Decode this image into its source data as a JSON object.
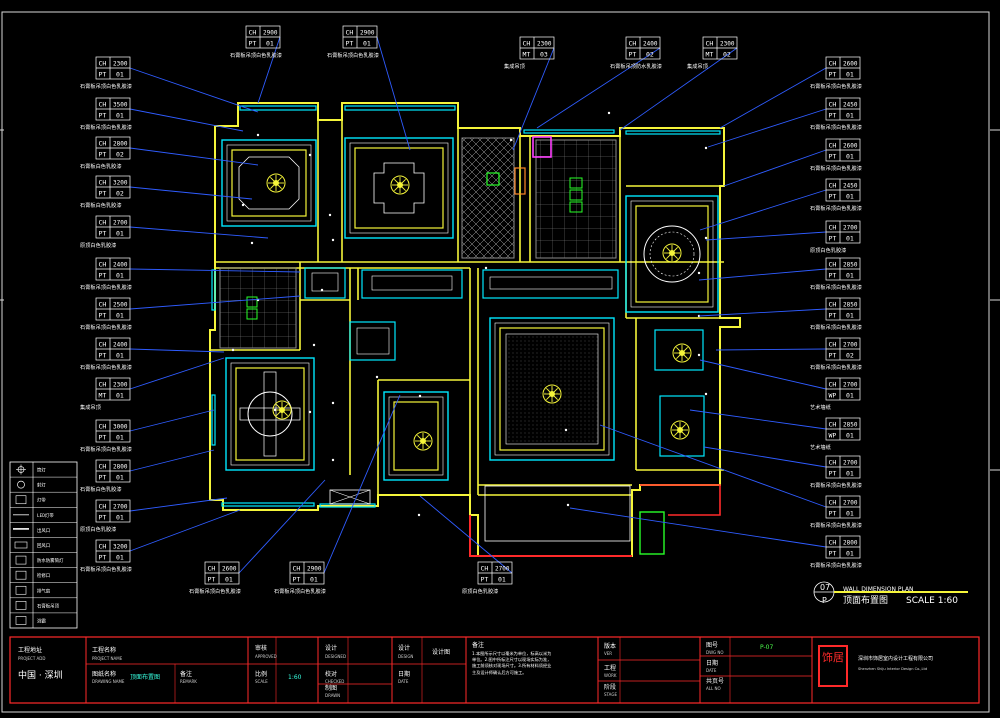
{
  "callouts_left": [
    {
      "code_top": "CH",
      "val_top": "2300",
      "code_bot": "PT",
      "val_bot": "01",
      "note": "石膏板吊顶白色乳胶漆"
    },
    {
      "code_top": "CH",
      "val_top": "3500",
      "code_bot": "PT",
      "val_bot": "01",
      "note": "石膏板吊顶白色乳胶漆"
    },
    {
      "code_top": "CH",
      "val_top": "2800",
      "code_bot": "PT",
      "val_bot": "02",
      "note": "石膏板白色乳胶漆"
    },
    {
      "code_top": "CH",
      "val_top": "3200",
      "code_bot": "PT",
      "val_bot": "02",
      "note": "石膏板白色乳胶漆"
    },
    {
      "code_top": "CH",
      "val_top": "2700",
      "code_bot": "PT",
      "val_bot": "01",
      "note": "原顶白色乳胶漆"
    },
    {
      "code_top": "CH",
      "val_top": "2400",
      "code_bot": "PT",
      "val_bot": "01",
      "note": "石膏板吊顶白色乳胶漆"
    },
    {
      "code_top": "CH",
      "val_top": "2500",
      "code_bot": "PT",
      "val_bot": "01",
      "note": "石膏板吊顶白色乳胶漆"
    },
    {
      "code_top": "CH",
      "val_top": "2400",
      "code_bot": "PT",
      "val_bot": "01",
      "note": "石膏板吊顶白色乳胶漆"
    },
    {
      "code_top": "CH",
      "val_top": "2300",
      "code_bot": "MT",
      "val_bot": "01",
      "note": "集成吊顶"
    },
    {
      "code_top": "CH",
      "val_top": "3000",
      "code_bot": "PT",
      "val_bot": "01",
      "note": "石膏板吊顶白色乳胶漆"
    },
    {
      "code_top": "CH",
      "val_top": "2800",
      "code_bot": "PT",
      "val_bot": "01",
      "note": "石膏板白色乳胶漆"
    },
    {
      "code_top": "CH",
      "val_top": "2700",
      "code_bot": "PT",
      "val_bot": "01",
      "note": "原顶白色乳胶漆"
    },
    {
      "code_top": "CH",
      "val_top": "3200",
      "code_bot": "PT",
      "val_bot": "01",
      "note": "石膏板吊顶白色乳胶漆"
    }
  ],
  "callouts_top": [
    {
      "code_top": "CH",
      "val_top": "2900",
      "code_bot": "PT",
      "val_bot": "01",
      "note": "石膏板吊顶白色乳胶漆"
    },
    {
      "code_top": "CH",
      "val_top": "2900",
      "code_bot": "PT",
      "val_bot": "01",
      "note": "石膏板吊顶白色乳胶漆"
    },
    {
      "code_top": "CH",
      "val_top": "2300",
      "code_bot": "MT",
      "val_bot": "03",
      "note": "集成吊顶"
    },
    {
      "code_top": "CH",
      "val_top": "2400",
      "code_bot": "PT",
      "val_bot": "02",
      "note": "石膏板吊顶防水乳胶漆"
    },
    {
      "code_top": "CH",
      "val_top": "2300",
      "code_bot": "MT",
      "val_bot": "02",
      "note": "集成吊顶"
    }
  ],
  "callouts_right": [
    {
      "code_top": "CH",
      "val_top": "2600",
      "code_bot": "PT",
      "val_bot": "01",
      "note": "石膏板吊顶白色乳胶漆"
    },
    {
      "code_top": "CH",
      "val_top": "2450",
      "code_bot": "PT",
      "val_bot": "01",
      "note": "石膏板吊顶白色乳胶漆"
    },
    {
      "code_top": "CH",
      "val_top": "2600",
      "code_bot": "PT",
      "val_bot": "01",
      "note": "石膏板吊顶白色乳胶漆"
    },
    {
      "code_top": "CH",
      "val_top": "2450",
      "code_bot": "PT",
      "val_bot": "01",
      "note": "石膏板吊顶白色乳胶漆"
    },
    {
      "code_top": "CH",
      "val_top": "2700",
      "code_bot": "PT",
      "val_bot": "01",
      "note": "原顶白色乳胶漆"
    },
    {
      "code_top": "CH",
      "val_top": "2850",
      "code_bot": "PT",
      "val_bot": "01",
      "note": "石膏板吊顶白色乳胶漆"
    },
    {
      "code_top": "CH",
      "val_top": "2850",
      "code_bot": "PT",
      "val_bot": "01",
      "note": "石膏板吊顶白色乳胶漆"
    },
    {
      "code_top": "CH",
      "val_top": "2700",
      "code_bot": "PT",
      "val_bot": "02",
      "note": "石膏板吊顶白色乳胶漆"
    },
    {
      "code_top": "CH",
      "val_top": "2700",
      "code_bot": "WP",
      "val_bot": "01",
      "note": "艺术墙纸"
    },
    {
      "code_top": "CH",
      "val_top": "2850",
      "code_bot": "WP",
      "val_bot": "01",
      "note": "艺术墙纸"
    },
    {
      "code_top": "CH",
      "val_top": "2700",
      "code_bot": "PT",
      "val_bot": "01",
      "note": "石膏板吊顶白色乳胶漆"
    },
    {
      "code_top": "CH",
      "val_top": "2700",
      "code_bot": "PT",
      "val_bot": "01",
      "note": "石膏板吊顶白色乳胶漆"
    },
    {
      "code_top": "CH",
      "val_top": "2800",
      "code_bot": "PT",
      "val_bot": "01",
      "note": "石膏板吊顶白色乳胶漆"
    }
  ],
  "callouts_bottom": [
    {
      "code_top": "CH",
      "val_top": "2600",
      "code_bot": "PT",
      "val_bot": "01",
      "note": "石膏板吊顶白色乳胶漆"
    },
    {
      "code_top": "CH",
      "val_top": "2900",
      "code_bot": "PT",
      "val_bot": "01",
      "note": "石膏板吊顶白色乳胶漆"
    },
    {
      "code_top": "CH",
      "val_top": "2700",
      "code_bot": "PT",
      "val_bot": "01",
      "note": "原顶白色乳胶漆"
    }
  ],
  "legend": {
    "rows": [
      "筒灯",
      "射灯",
      "灯带",
      "LED灯带",
      "出风口",
      "回风口",
      "防水防雾筒灯",
      "检修口",
      "排气扇",
      "石膏板吊顶",
      "浴霸"
    ]
  },
  "plan_label": {
    "number": "07",
    "sheet": "P",
    "title_en": "WALL DIMENSION PLAN",
    "title_cn": "顶面布置图",
    "scale": "SCALE 1:60"
  },
  "title_block": {
    "project_name_cn": "工程地址",
    "project_name_en": "PROJECT ADD",
    "location": "中国 · 深圳",
    "project_title_cn": "工程名称",
    "project_title_en": "PROJECT NAME",
    "drawing_name_cn": "图纸名称",
    "drawing_name_en": "DRAWING NAME",
    "drawing_name_value": "顶面布置图",
    "remark_cn": "备注",
    "remark_en": "REMARK",
    "audit_cn": "审核",
    "audit_en": "APPROVED",
    "scale_cn": "比例",
    "scale_en": "SCALE",
    "scale_value": "1:60",
    "design_cn": "设计",
    "design_en": "DESIGNED",
    "check_cn": "校对",
    "check_en": "CHECKED",
    "draw_cn": "制图",
    "draw_en": "DRAWN",
    "design2_cn": "设计",
    "design2_en": "DESIGN",
    "design2_value": "设计图",
    "date_cn": "日期",
    "date_en": "DATE",
    "notes_title": "备注",
    "notes_body": "1.本图所示尺寸以毫米为单位，标高以米为单位。2.图中所标注尺寸以现场实际为准，施工前须核对现场尺寸。3.所有材料须经业主及设计师确认后方可施工。",
    "sheet_no_cn": "图号",
    "sheet_no_en": "DWG NO",
    "sheet_no_value": "P-07",
    "version_cn": "版本",
    "version_en": "VER",
    "work_cn": "工程",
    "work_en": "WORK",
    "stage_cn": "阶段",
    "stage_en": "STAGE",
    "date2_cn": "日期",
    "date2_en": "DATE",
    "sheet_total_cn": "共页号",
    "sheet_total_en": "ALL NO",
    "company_cn": "深圳市饰居室内设计工程有限公司",
    "company_en": "Shenzhen Shiju Interior Design Co.,Ltd",
    "seal_chars": "饰居"
  },
  "colors": {
    "wall": "#f5f53a",
    "cyan": "#00e8ff",
    "leader": "#2f5cff",
    "white": "#ffffff",
    "magenta": "#ff40ff",
    "red": "#ff2a2a",
    "green": "#28ff28",
    "gray": "#8c8c8c"
  }
}
